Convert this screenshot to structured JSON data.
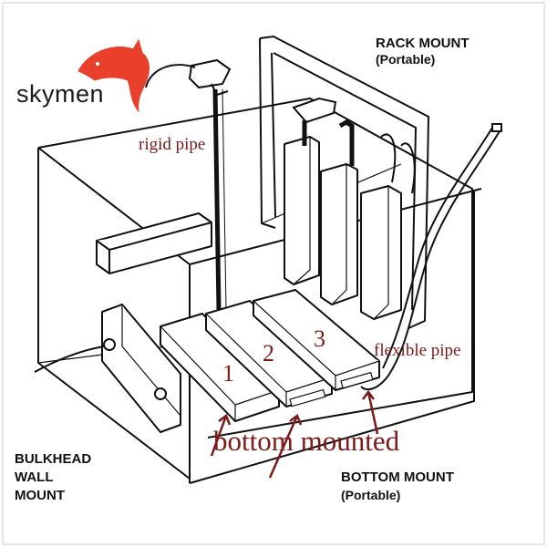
{
  "brand": {
    "name": "skymen",
    "logo_icon": "dolphin-icon",
    "logo_color": "#e8402a",
    "text_color": "#1a1a1a"
  },
  "labels": {
    "rack_mount": "RACK MOUNT",
    "rack_mount_sub": "(Portable)",
    "rigid_pipe": "rigid pipe",
    "flexible_pipe": "flexible pipe",
    "bottom_mounted": "bottom mounted",
    "bulkhead_line1": "BULKHEAD",
    "bulkhead_line2": "WALL",
    "bulkhead_line3": "MOUNT",
    "bottom_mount": "BOTTOM MOUNT",
    "bottom_mount_sub": "(Portable)",
    "num1": "1",
    "num2": "2",
    "num3": "3"
  },
  "colors": {
    "annotation": "#7a1a1a",
    "line": "#111111"
  }
}
